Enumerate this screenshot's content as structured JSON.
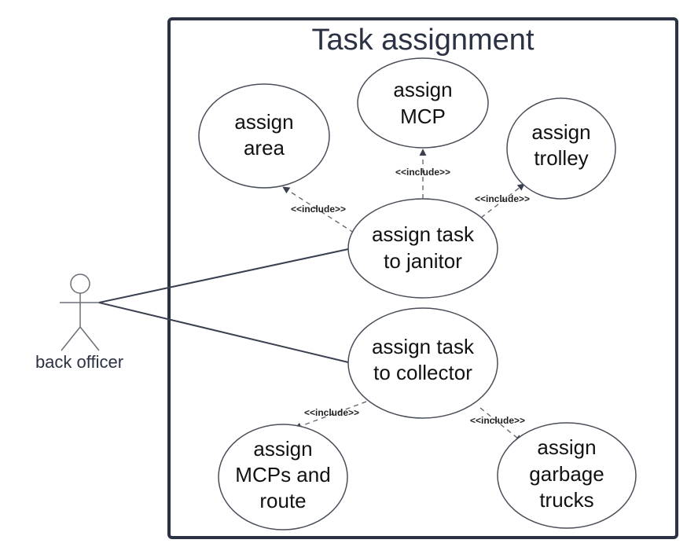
{
  "system": {
    "title": "Task assignment"
  },
  "actor": {
    "name": "back officer"
  },
  "use_cases": {
    "assign_area": [
      "assign",
      "area"
    ],
    "assign_mcp": [
      "assign",
      "MCP"
    ],
    "assign_trolley": [
      "assign",
      "trolley"
    ],
    "assign_task_janitor": [
      "assign task",
      "to janitor"
    ],
    "assign_task_collector": [
      "assign task",
      "to collector"
    ],
    "assign_mcps_route": [
      "assign",
      "MCPs and",
      "route"
    ],
    "assign_garbage_trucks": [
      "assign",
      "garbage",
      "trucks"
    ]
  },
  "relations": {
    "include_label": "<<include>>"
  },
  "colors": {
    "border": "#2b3243",
    "line": "#3a4050",
    "text": "#111111"
  }
}
